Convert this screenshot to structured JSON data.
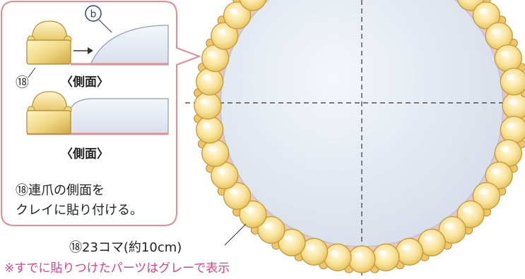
{
  "callout": {
    "part_marker_b": "ⓑ",
    "part_number": "⑱",
    "side_label_1": "〈側面〉",
    "side_label_2": "〈側面〉",
    "instruction_line1": "⑱連爪の側面を",
    "instruction_line2": "クレイに貼り付ける。"
  },
  "main": {
    "count_label": "⑱23コマ(約10cm)",
    "note": "※すでに貼りつけたパーツはグレーで表示"
  },
  "colors": {
    "callout_border": "#e58b93",
    "note_text": "#e0408e",
    "mirror_fill": "#dfe6f1",
    "bead_fill": "#f8e39a",
    "setting_fill": "#e9cf73",
    "clay_rim": "#e9aa98"
  }
}
